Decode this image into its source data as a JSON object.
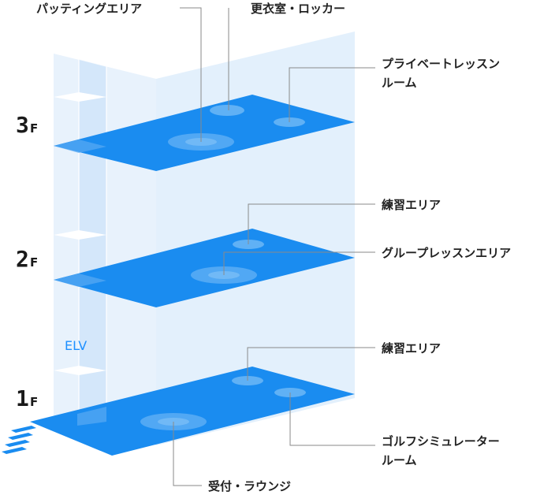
{
  "floors": [
    {
      "num": "3",
      "suffix": "F"
    },
    {
      "num": "2",
      "suffix": "F"
    },
    {
      "num": "1",
      "suffix": "F"
    }
  ],
  "elevator_label": "ELV",
  "areas": {
    "putting": "パッティングエリア",
    "locker": "更衣室・ロッカー",
    "private_lesson_line1": "プライベートレッスン",
    "private_lesson_line2": "ルーム",
    "practice_2f": "練習エリア",
    "group_lesson": "グループレッスンエリア",
    "practice_1f": "練習エリア",
    "golf_sim_line1": "ゴルフシミュレーター",
    "golf_sim_line2": "ルーム",
    "reception": "受付・ラウンジ"
  },
  "colors": {
    "floor_blue": "#1a8cf0",
    "floor_blue_dark": "#1578d6",
    "wall_light": "#e3f0fc",
    "wall_mid": "#cfe4f8",
    "spot": "#7fc0f7"
  }
}
